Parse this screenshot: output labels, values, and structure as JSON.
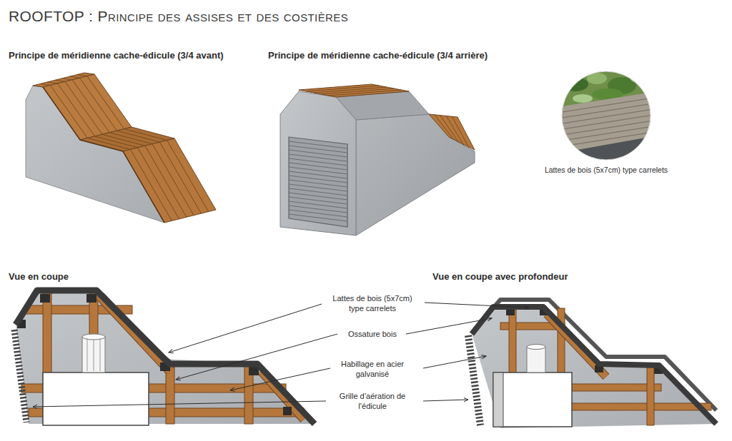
{
  "diagram": {
    "title": "ROOFTOP : Principe des assises et des costières",
    "labels": [
      "Principe de méridienne cache-édicule (3/4 avant)",
      "Principe de méridienne cache-édicule (3/4 arrière)",
      "Lattes de bois (5x7cm) type carrelets",
      "Vue en coupe",
      "Vue en coupe avec profondeur",
      "Lattes de bois (5x7cm) type carrelets",
      "Ossature bois",
      "Habillage en acier galvanisé",
      "Grille d’aération de l’édicule"
    ]
  }
}
